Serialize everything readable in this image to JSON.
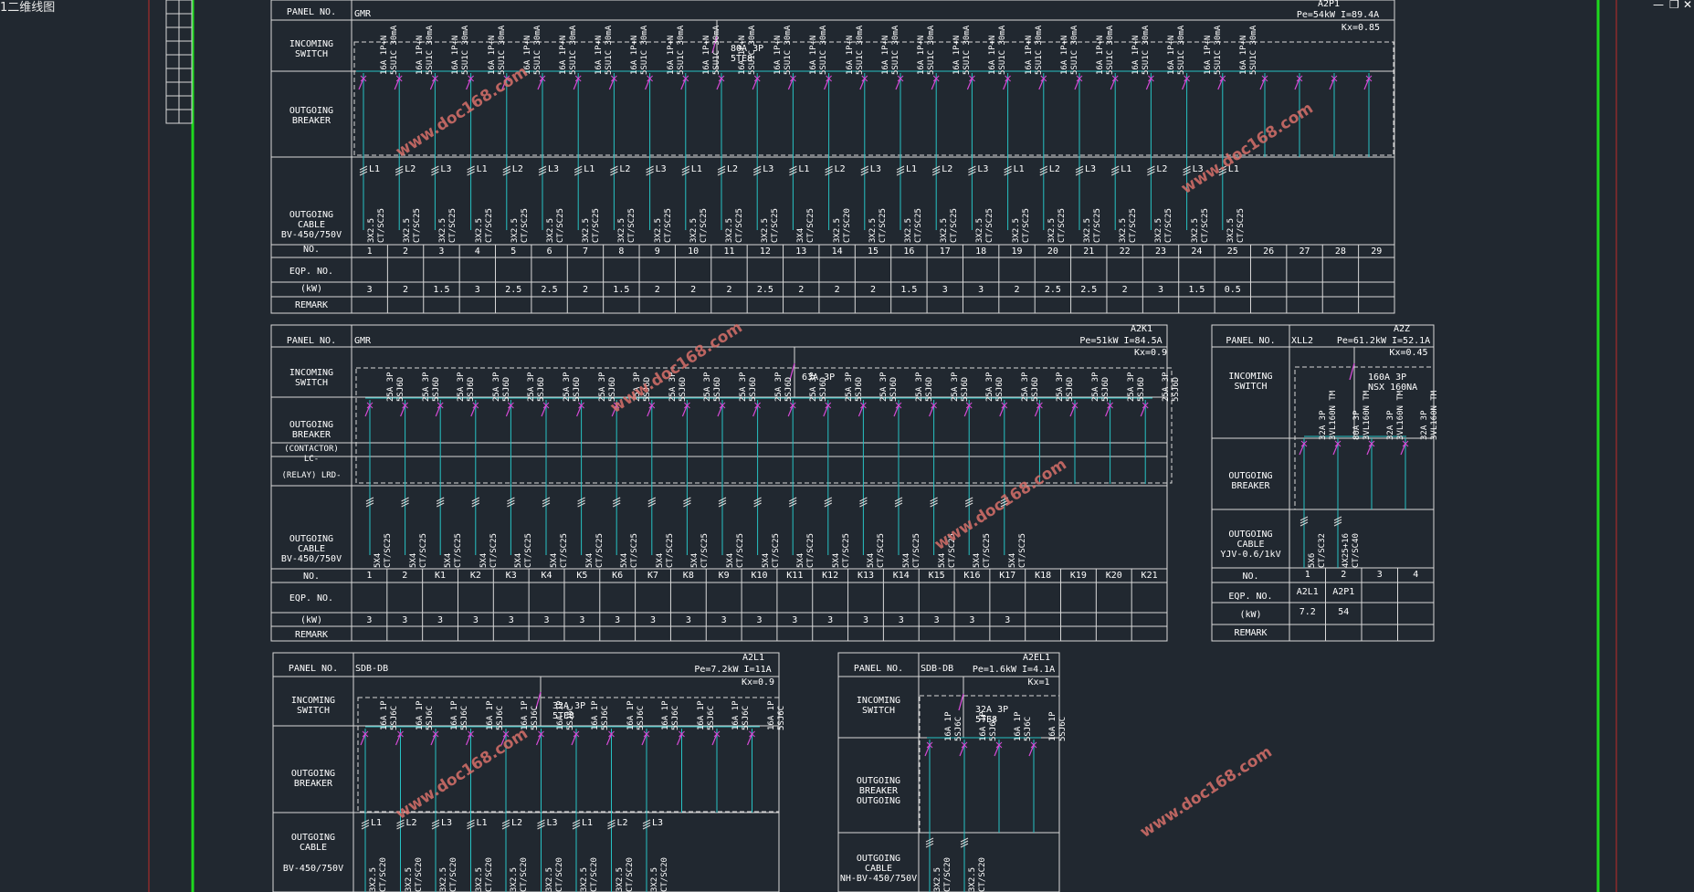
{
  "app": {
    "title": "1二维线图",
    "window_controls": [
      "—",
      "❐",
      "✕"
    ]
  },
  "colors": {
    "background": "#212830",
    "lines": "#d9d9d9",
    "circuit": "#27c2c4",
    "breaker": "#d44ad6",
    "frame_green": "#1ed81e",
    "frame_red": "#8a2a2a",
    "watermark": "#d8706a"
  },
  "watermark": "www.doc168.com",
  "row_labels": {
    "panel_no": "PANEL NO.",
    "incoming": "INCOMING\nSWITCH",
    "outgoing_breaker": "OUTGOING\nBREAKER",
    "outgoing_cable": "OUTGOING\nCABLE",
    "circuit_no": "NO.",
    "eqp_no": "EQP. NO.",
    "power": "(kW)",
    "remark": "REMARK",
    "contactor": "(CONTACTOR)\nLC-",
    "relay": "(RELAY) LRD-",
    "cable_bv": "BV-450/750V",
    "cable_yjv": "YJV-0.6/1kV",
    "cable_nh": "NH-BV-450/750V",
    "outgoing_breaker_outgoing": "OUTGOING\nBREAKER\nOUTGOING"
  },
  "panels": [
    {
      "id": "A2P1",
      "model": "GMR",
      "pe": "Pe=54kW I=89.4A",
      "kx": "Kx=0.85",
      "incoming": "80A 3P\n5TE8",
      "breaker": "16A 1P+N\n5SU1C 30mA",
      "circuits": [
        "1",
        "2",
        "3",
        "4",
        "5",
        "6",
        "7",
        "8",
        "9",
        "10",
        "11",
        "12",
        "13",
        "14",
        "15",
        "16",
        "17",
        "18",
        "19",
        "20",
        "21",
        "22",
        "23",
        "24",
        "25",
        "26",
        "27",
        "28",
        "29"
      ],
      "phases": [
        "L1",
        "L2",
        "L3",
        "L1",
        "L2",
        "L3",
        "L1",
        "L2",
        "L3",
        "L1",
        "L2",
        "L3",
        "L1",
        "L2",
        "L3",
        "L1",
        "L2",
        "L3",
        "L1",
        "L2",
        "L3",
        "L1",
        "L2",
        "L3",
        "L1"
      ],
      "cables": [
        "3X2.5\nCT/SC25",
        "3X2.5\nCT/SC25",
        "3X2.5\nCT/SC25",
        "3X2.5\nCT/SC25",
        "3X2.5\nCT/SC25",
        "3X2.5\nCT/SC25",
        "3X2.5\nCT/SC25",
        "3X2.5\nCT/SC25",
        "3X2.5\nCT/SC25",
        "3X2.5\nCT/SC25",
        "3X2.5\nCT/SC25",
        "3X2.5\nCT/SC25",
        "3X4\nCT/SC25",
        "3X2.5\nCT/SC20",
        "3X2.5\nCT/SC25",
        "3X2.5\nCT/SC25",
        "3X2.5\nCT/SC25",
        "3X2.5\nCT/SC25",
        "3X2.5\nCT/SC25",
        "3X2.5\nCT/SC25",
        "3X2.5\nCT/SC25",
        "3X2.5\nCT/SC25",
        "3X2.5\nCT/SC25",
        "3X2.5\nCT/SC25",
        "3X2.5\nCT/SC25"
      ],
      "power": [
        "3",
        "2",
        "1.5",
        "3",
        "2.5",
        "2.5",
        "2",
        "1.5",
        "2",
        "2",
        "2",
        "2.5",
        "2",
        "2",
        "2",
        "1.5",
        "3",
        "3",
        "2",
        "2.5",
        "2.5",
        "2",
        "3",
        "1.5",
        "0.5",
        "",
        "",
        "",
        ""
      ]
    },
    {
      "id": "A2K1",
      "model": "GMR",
      "pe": "Pe=51kW I=84.5A",
      "kx": "Kx=0.9",
      "incoming": "63A 3P",
      "breaker": "25A 3P\n5SJ6D",
      "circuits": [
        "1",
        "2",
        "K1",
        "K2",
        "K3",
        "K4",
        "K5",
        "K6",
        "K7",
        "K8",
        "K9",
        "K10",
        "K11",
        "K12",
        "K13",
        "K14",
        "K15",
        "K16",
        "K17",
        "K18",
        "K19",
        "K20",
        "K21"
      ],
      "cables": [
        "5X4\nCT/SC25",
        "5X4\nCT/SC25",
        "5X4\nCT/SC25",
        "5X4\nCT/SC25",
        "5X4\nCT/SC25",
        "5X4\nCT/SC25",
        "5X4\nCT/SC25",
        "5X4\nCT/SC25",
        "5X4\nCT/SC25",
        "5X4\nCT/SC25",
        "5X4\nCT/SC25",
        "5X4\nCT/SC25",
        "5X4\nCT/SC25",
        "5X4\nCT/SC25",
        "5X4\nCT/SC25",
        "5X4\nCT/SC25",
        "5X4\nCT/SC25",
        "5X4\nCT/SC25",
        "5X4\nCT/SC25"
      ],
      "power": [
        "3",
        "3",
        "3",
        "3",
        "3",
        "3",
        "3",
        "3",
        "3",
        "3",
        "3",
        "3",
        "3",
        "3",
        "3",
        "3",
        "3",
        "3",
        "3",
        "",
        "",
        "",
        ""
      ]
    },
    {
      "id": "A2Z",
      "model": "XLL2",
      "pe": "Pe=61.2kW I=52.1A",
      "kx": "Kx=0.45",
      "incoming": "160A 3P\nNSX 160NA",
      "breakers": [
        "32A 3P\n3VL160N TM",
        "80A 3P\n3VL160N TM",
        "32A 3P\n3VL160N TM",
        "32A 3P\n3VL160N TM"
      ],
      "circuits": [
        "1",
        "2",
        "3",
        "4"
      ],
      "cables": [
        "5X6\nCT/SC32",
        "4X25+16\nCT/SC40"
      ],
      "eqp": [
        "A2L1",
        "A2P1",
        "",
        ""
      ],
      "power": [
        "7.2",
        "54",
        "",
        ""
      ]
    },
    {
      "id": "A2L1",
      "model": "SDB-DB",
      "pe": "Pe=7.2kW I=11A",
      "kx": "Kx=0.9",
      "incoming": "32A 3P\n5TE8",
      "breaker": "16A 1P\n5SJ6C",
      "phases": [
        "L1",
        "L2",
        "L3",
        "L1",
        "L2",
        "L3",
        "L1",
        "L2",
        "L3"
      ],
      "cables": [
        "3X2.5\nCT/SC20",
        "3X2.5\nCT/SC20",
        "3X2.5\nCT/SC20",
        "3X2.5\nCT/SC20",
        "3X2.5\nCT/SC20",
        "3X2.5\nCT/SC20",
        "3X2.5\nCT/SC20",
        "3X2.5\nCT/SC20",
        "3X2.5\nCT/SC20"
      ]
    },
    {
      "id": "A2EL1",
      "model": "SDB-DB",
      "pe": "Pe=1.6kW I=4.1A",
      "kx": "Kx=1",
      "incoming": "32A 3P\n5TE8",
      "breaker": "16A 1P\n5SJ6C",
      "cables": [
        "3X2.5\nCT/SC20",
        "3X2.5\nCT/SC20"
      ]
    }
  ]
}
